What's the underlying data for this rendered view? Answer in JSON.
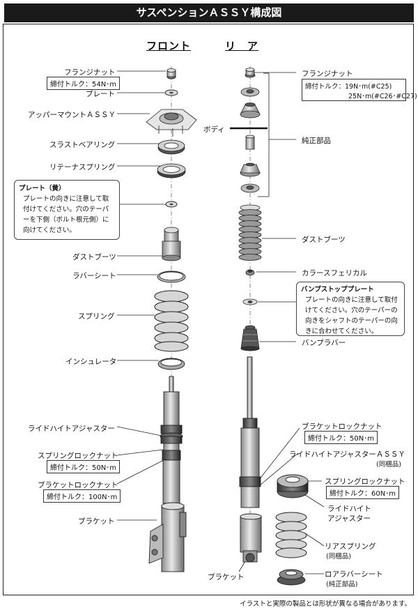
{
  "title": "サスペンションＡＳＳＹ構成図",
  "columns": {
    "front": "フロント",
    "rear": "リ　ア"
  },
  "front": {
    "flange_nut": "フランジナット",
    "flange_nut_torque": "締付トルク：54N･m",
    "plate": "プレート",
    "upper_mount": "アッパーマウントＡＳＳＹ",
    "thrust_bearing": "スラストベアリング",
    "retainer_spring": "リテーナスプリング",
    "note_title": "プレート（黄）",
    "note_body": "プレートの向きに注意して取付けてください。穴のテーパーを下側（ボルト根元側）に向けてください。",
    "dust_boot": "ダストブーツ",
    "rubber_seat": "ラバーシート",
    "spring": "スプリング",
    "insulator": "インシュレータ",
    "ride_height_adjuster": "ライドハイトアジャスター",
    "spring_lock_nut": "スプリングロックナット",
    "spring_lock_nut_torque": "締付トルク：50N･m",
    "bracket_lock_nut": "ブラケットロックナット",
    "bracket_lock_nut_torque": "締付トルク：100N･m",
    "bracket": "ブラケット"
  },
  "rear": {
    "flange_nut": "フランジナット",
    "flange_nut_torque_1": "締付トルク：19N･m(#C25)",
    "flange_nut_torque_2": "25N･m(#C26･#C27)",
    "body": "ボディ",
    "genuine_parts": "純正部品",
    "dust_boot": "ダストブーツ",
    "collar_spherical": "カラースフェリカル",
    "bump_stop_plate": "バンプストッププレート",
    "bump_stop_note": "プレートの向きに注意して取付けてください。穴のテーパーの向きをシャフトのテーパーの向きに合わせてください。",
    "bump_rubber": "バンプラバー",
    "bracket_lock_nut": "ブラケットロックナット",
    "bracket_lock_nut_torque": "締付トルク：50N･m",
    "ride_height_adjuster_assy": "ライドハイトアジャスターＡＳＳＹ",
    "same_package_1": "(同梱品)",
    "spring_lock_nut": "スプリングロックナット",
    "spring_lock_nut_torque": "締付トルク：60N･m",
    "ride_height": "ライドハイト",
    "adjuster": "アジャスター",
    "rear_spring": "リアスプリング",
    "same_package_2": "(同梱品)",
    "lower_rubber_seat": "ロアラバーシート",
    "genuine_parts_2": "(純正部品)",
    "bracket": "ブラケット"
  },
  "footer": "イラストと実際の製品とは形状が異なる場合があります。"
}
